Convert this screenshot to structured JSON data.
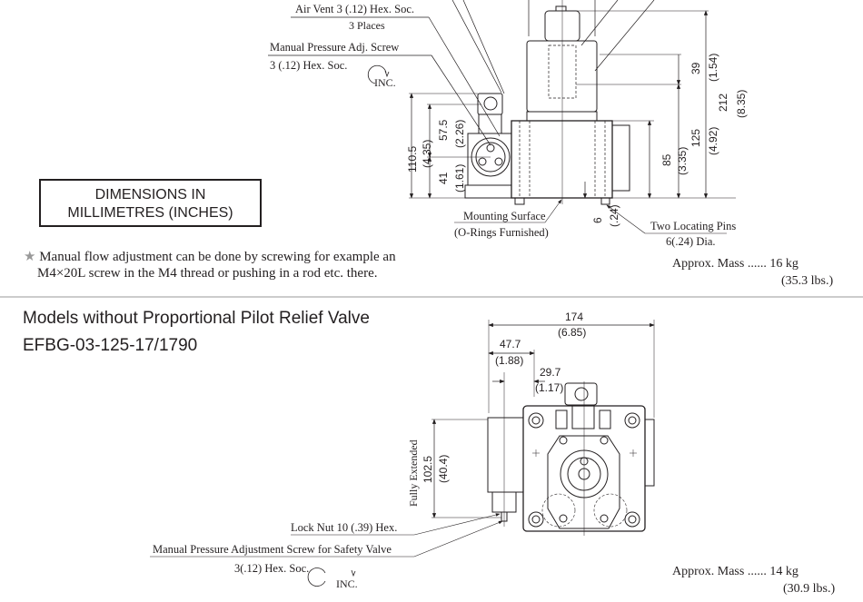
{
  "top_view": {
    "air_vent_label": "Air Vent 3 (.12) Hex. Soc.",
    "air_vent_places": "3 Places",
    "manual_adj_label": "Manual Pressure Adj. Screw",
    "manual_adj_hex": "3 (.12) Hex. Soc.",
    "inc_label": "INC.",
    "mounting_surface": "Mounting Surface",
    "o_rings": "(O-Rings Furnished)",
    "locating_pins": "Two Locating Pins",
    "locating_pins_dia": "6(.24) Dia.",
    "dims": {
      "d110_5": "110.5",
      "d110_5_in": "(4.35)",
      "d57_5": "57.5",
      "d57_5_in": "(2.26)",
      "d41": "41",
      "d41_in": "(1.61)",
      "d85": "85",
      "d85_in": "(3.35)",
      "d125": "125",
      "d125_in": "(4.92)",
      "d212": "212",
      "d212_in": "(8.35)",
      "d39": "39",
      "d39_in": "(1.54)",
      "d6": "6",
      "d6_in": "(.24)"
    },
    "mass": "Approx. Mass ...... 16 kg",
    "mass_lbs": "(35.3 lbs.)"
  },
  "units_box": {
    "line1": "DIMENSIONS IN",
    "line2": "MILLIMETRES (INCHES)"
  },
  "note": {
    "star": "★",
    "line1": "Manual flow adjustment can be done by screwing for example an",
    "line2": "M4×20L screw in the M4 thread or pushing in a rod etc. there."
  },
  "section": {
    "title": "Models without Proportional Pilot Relief Valve",
    "model": "EFBG-03-125-17/1790"
  },
  "bottom_view": {
    "dims": {
      "d174": "174",
      "d174_in": "(6.85)",
      "d47_7": "47.7",
      "d47_7_in": "(1.88)",
      "d29_7": "29.7",
      "d29_7_in": "(1.17)",
      "fully_extended": "Fully Extended",
      "d102_5": "102.5",
      "d102_5_in": "(40.4)"
    },
    "lock_nut": "Lock Nut 10 (.39) Hex.",
    "safety_screw": "Manual Pressure Adjustment Screw for Safety Valve",
    "safety_hex": "3(.12) Hex. Soc.",
    "inc_label": "INC.",
    "mass": "Approx. Mass ...... 14 kg",
    "mass_lbs": "(30.9 lbs.)"
  }
}
